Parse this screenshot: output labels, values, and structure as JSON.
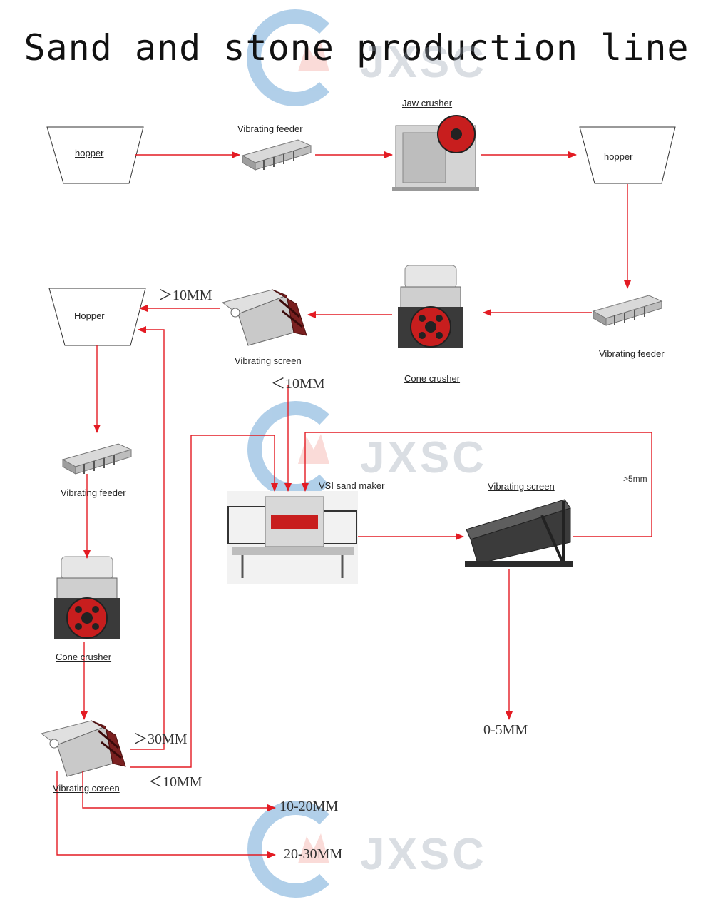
{
  "title": "Sand and stone production line",
  "watermark": "JXSC",
  "colors": {
    "flow": "#e31b23",
    "machine_dark": "#2b2b2b",
    "machine_red": "#c81e1e",
    "logo_blue": "#3b88c9"
  },
  "labels": {
    "hopper_1": "hopper",
    "vibrating_feeder_1": "Vibrating feeder",
    "jaw_crusher": "Jaw crusher",
    "hopper_2": "hopper",
    "vibrating_feeder_2": "Vibrating feeder",
    "cone_crusher_1": "Cone crusher",
    "vibrating_screen_1": "Vibrating screen",
    "hopper_3": "Hopper",
    "vibrating_feeder_3": "Vibrating feeder",
    "cone_crusher_2": "Cone crusher",
    "vibrating_screen_2": "Vibrating ccreen",
    "vsi_sand_maker": "VSI sand maker",
    "vibrating_screen_3": "Vibrating screen"
  },
  "sizes": {
    "gt_10mm": "＞10MM",
    "lt_10mm_a": "＜10MM",
    "gt_30mm": "＞30MM",
    "lt_10mm_b": "＜10MM",
    "range_10_20": "10-20MM",
    "range_20_30": "20-30MM",
    "gt_5mm": ">5mm",
    "range_0_5": "0-5MM"
  }
}
